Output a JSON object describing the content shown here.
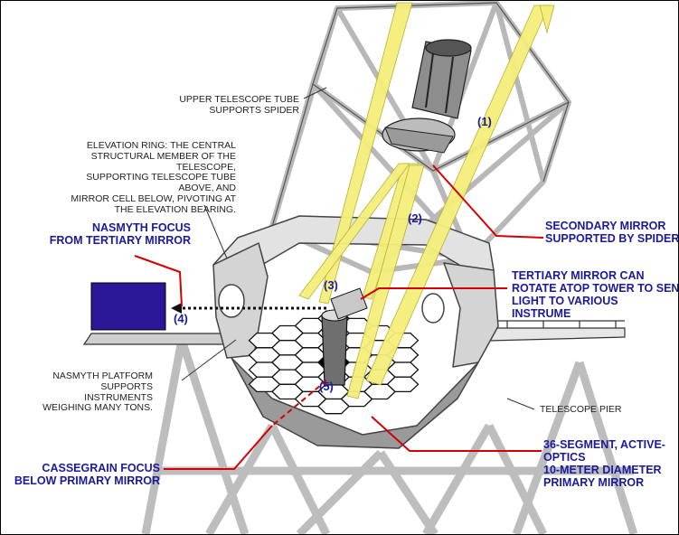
{
  "labels": {
    "upper_tube": "UPPER TELESCOPE TUBE\nSUPPORTS SPIDER",
    "elevation_ring": "ELEVATION RING: THE CENTRAL\nSTRUCTURAL MEMBER OF THE TELESCOPE,\nSUPPORTING TELESCOPE TUBE ABOVE, AND\nMIRROR CELL BELOW, PIVOTING AT\nTHE ELEVATION BEARING.",
    "nasmyth_focus": "NASMYTH FOCUS\nFROM TERTIARY MIRROR",
    "nasmyth_platform": "NASMYTH PLATFORM\nSUPPORTS INSTRUMENTS\nWEIGHING MANY TONS.",
    "cassegrain_focus": "CASSEGRAIN FOCUS\nBELOW PRIMARY MIRROR",
    "secondary_mirror": "SECONDARY MIRROR\nSUPPORTED BY SPIDER",
    "tertiary_mirror": "TERTIARY MIRROR CAN\nROTATE ATOP TOWER TO SEN\nLIGHT TO VARIOUS INSTRUME",
    "telescope_pier": "TELESCOPE PIER",
    "primary_mirror": "36-SEGMENT, ACTIVE-OPTICS\n10-METER DIAMETER\nPRIMARY MIRROR"
  },
  "numbers": {
    "n1": "(1)",
    "n2": "(2)",
    "n3": "(3)",
    "n4": "(4)",
    "n5": "(5)"
  },
  "colors": {
    "light": "#f4ef7a",
    "leader": "#d40000",
    "label": "#1a1a9c",
    "instrument": "#2b1899"
  }
}
